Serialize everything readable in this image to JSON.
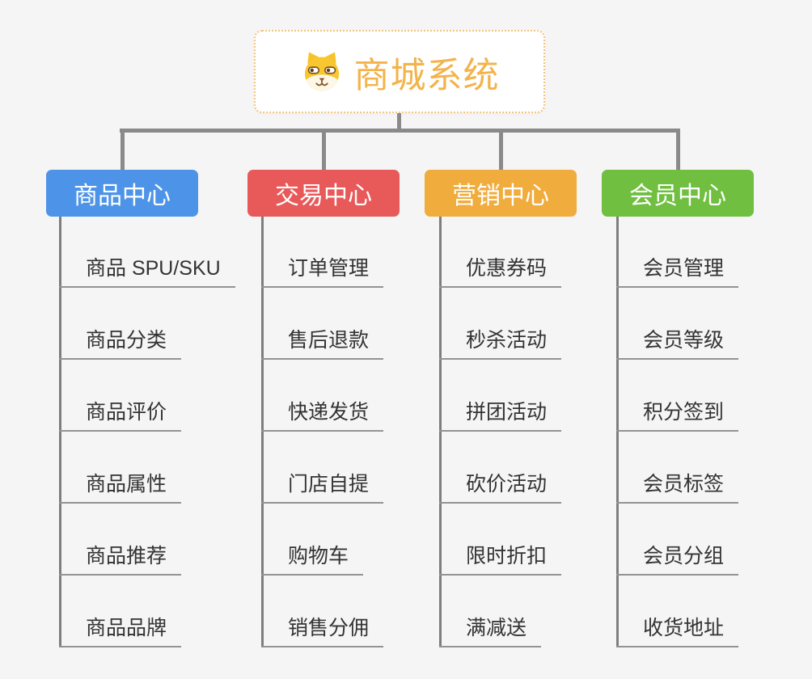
{
  "root": {
    "title": "商城系统",
    "icon": "dog-face-icon"
  },
  "branches": [
    {
      "label": "商品中心",
      "color": "#4d94e8",
      "items": [
        "商品 SPU/SKU",
        "商品分类",
        "商品评价",
        "商品属性",
        "商品推荐",
        "商品品牌"
      ]
    },
    {
      "label": "交易中心",
      "color": "#e8595a",
      "items": [
        "订单管理",
        "售后退款",
        "快递发货",
        "门店自提",
        "购物车",
        "销售分佣"
      ]
    },
    {
      "label": "营销中心",
      "color": "#f0ac3c",
      "items": [
        "优惠券码",
        "秒杀活动",
        "拼团活动",
        "砍价活动",
        "限时折扣",
        "满减送"
      ]
    },
    {
      "label": "会员中心",
      "color": "#70bf40",
      "items": [
        "会员管理",
        "会员等级",
        "积分签到",
        "会员标签",
        "会员分组",
        "收货地址"
      ]
    }
  ],
  "colors": {
    "background": "#f5f5f5",
    "connector": "#8a8a8a",
    "spine": "#7e7e7e",
    "item_underline": "#939393",
    "item_text": "#333333",
    "root_border": "#f2c27e",
    "root_text": "#f3b34c"
  }
}
